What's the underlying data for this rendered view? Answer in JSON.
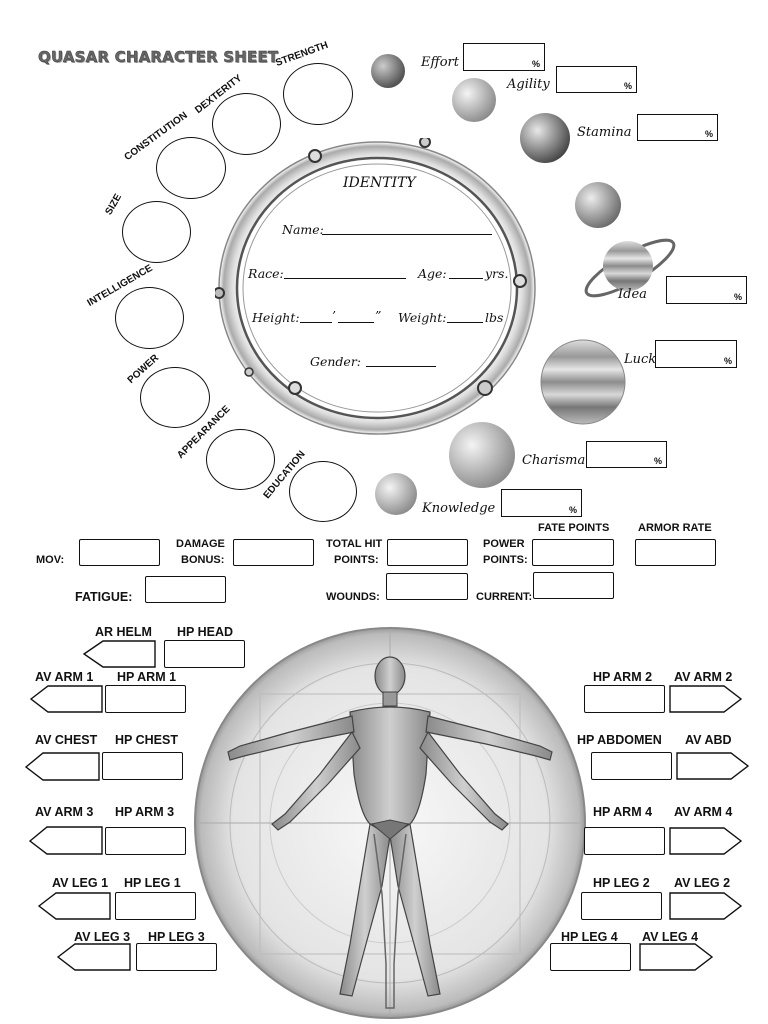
{
  "title": "QUASAR CHARACTER SHEET",
  "characteristics": [
    "STRENGTH",
    "DEXTERITY",
    "CONSTITUTION",
    "SIZE",
    "INTELLIGENCE",
    "POWER",
    "APPEARANCE",
    "EDUCATION"
  ],
  "skills": [
    {
      "label": "Effort",
      "pct": "%"
    },
    {
      "label": "Agility",
      "pct": "%"
    },
    {
      "label": "Stamina",
      "pct": "%"
    },
    {
      "label": "Idea",
      "pct": "%"
    },
    {
      "label": "Luck",
      "pct": "%"
    },
    {
      "label": "Charisma",
      "pct": "%"
    },
    {
      "label": "Knowledge",
      "pct": "%"
    }
  ],
  "identity": {
    "heading": "IDENTITY",
    "name": "Name:",
    "race": "Race:",
    "age": "Age:",
    "yrs": "yrs.",
    "height": "Height:",
    "feet_mark": "’",
    "inch_mark": "”",
    "weight": "Weight:",
    "lbs": "lbs",
    "gender": "Gender:"
  },
  "derived": {
    "mov": "MOV:",
    "damage_bonus_1": "DAMAGE",
    "damage_bonus_2": "BONUS:",
    "total_hit_1": "TOTAL HIT",
    "total_hit_2": "POINTS:",
    "power_1": "POWER",
    "power_2": "POINTS:",
    "fate": "FATE POINTS",
    "armor": "ARMOR RATE",
    "fatigue": "FATIGUE:",
    "wounds": "WOUNDS:",
    "current": "CURRENT:"
  },
  "body": {
    "ar_helm": "AR HELM",
    "hp_head": "HP HEAD",
    "av_arm1": "AV ARM 1",
    "hp_arm1": "HP ARM 1",
    "av_chest": "AV CHEST",
    "hp_chest": "HP CHEST",
    "av_arm3": "AV ARM 3",
    "hp_arm3": "HP ARM 3",
    "av_leg1": "AV LEG 1",
    "hp_leg1": "HP LEG 1",
    "av_leg3": "AV LEG 3",
    "hp_leg3": "HP LEG 3",
    "hp_arm2": "HP ARM 2",
    "av_arm2": "AV ARM 2",
    "hp_abdomen": "HP ABDOMEN",
    "av_abd": "AV ABD",
    "hp_arm4": "HP ARM 4",
    "av_arm4": "AV ARM 4",
    "hp_leg2": "HP LEG 2",
    "av_leg2": "AV LEG 2",
    "hp_leg4": "HP LEG 4",
    "av_leg4": "AV LEG 4"
  }
}
